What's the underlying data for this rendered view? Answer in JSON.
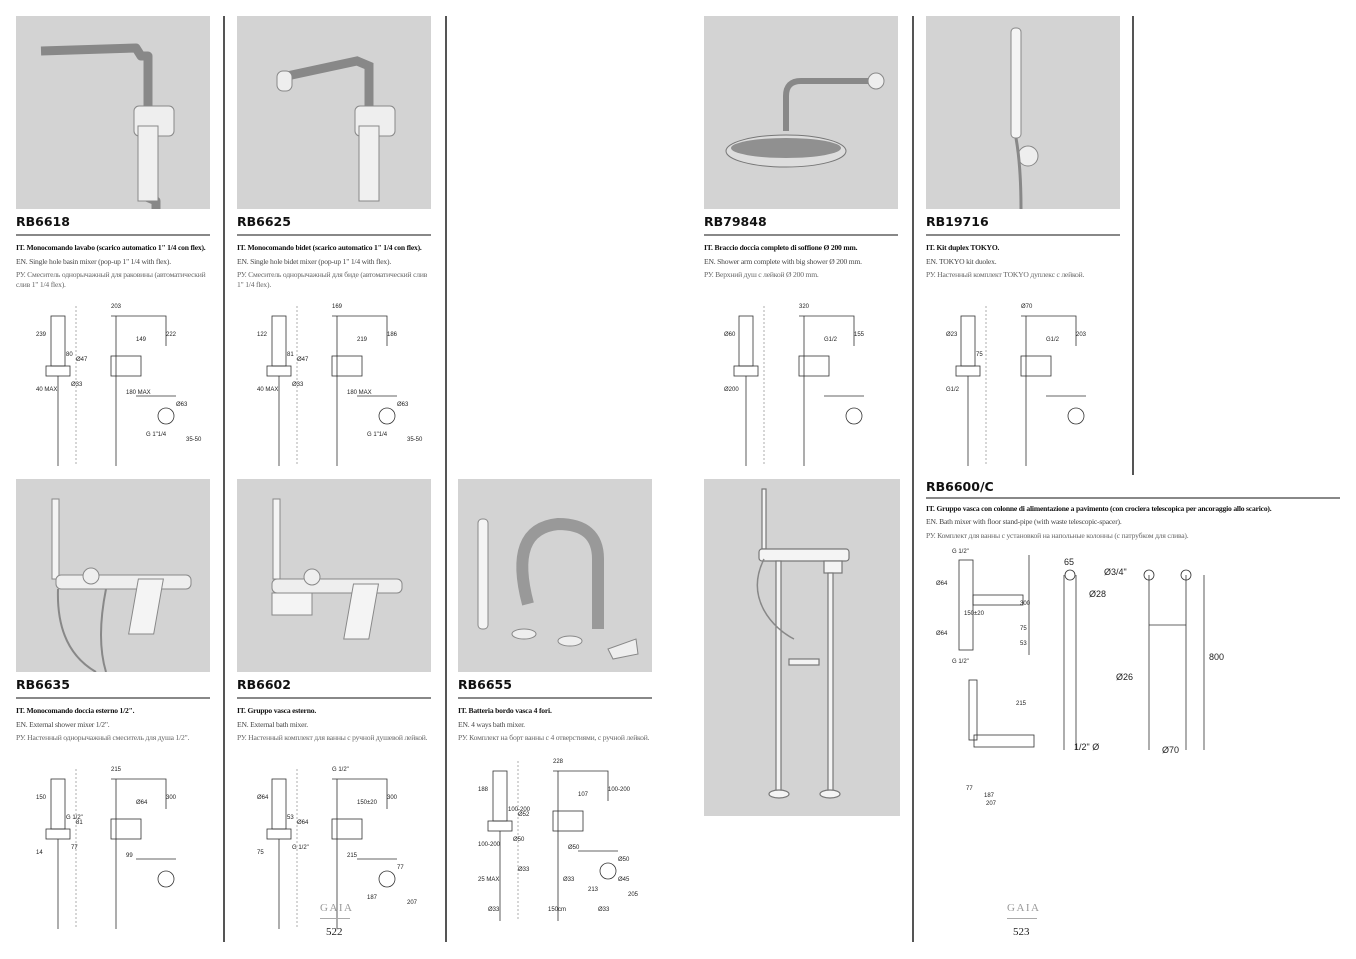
{
  "left_page": {
    "number": "522",
    "brand": "GAIA"
  },
  "right_page": {
    "number": "523",
    "brand": "GAIA"
  },
  "products": [
    {
      "code": "RB6618",
      "it": "IT. Monocomando lavabo (scarico automatico 1\" 1/4 con flex).",
      "en": "EN. Single hole basin mixer (pop-up 1\" 1/4 with flex).",
      "ru": "РУ. Смеситель однорычажный для раковины (автоматический слив 1\" 1/4 flex).",
      "dims": [
        "203",
        "239",
        "149",
        "222",
        "40 MAX",
        "80",
        "Ø47",
        "Ø33",
        "180 MAX",
        "Ø63",
        "G 1\"1/4",
        "35-50"
      ]
    },
    {
      "code": "RB6625",
      "it": "IT. Monocomando bidet (scarico automatico 1\" 1/4 con flex).",
      "en": "EN. Single hole bidet mixer (pop-up 1\" 1/4 with flex).",
      "ru": "РУ. Смеситель однорычажный для биде (автоматический слив 1\" 1/4 flex).",
      "dims": [
        "169",
        "122",
        "219",
        "186",
        "40 MAX",
        "81",
        "Ø47",
        "Ø33",
        "180 MAX",
        "Ø63",
        "G 1\"1/4",
        "35-50"
      ]
    },
    {
      "code": "RB79848",
      "it": "IT. Braccio doccia completo di soffione Ø 200 mm.",
      "en": "EN. Shower arm complete with big shower Ø 200 mm.",
      "ru": "РУ. Верхний душ с лейкой Ø 200 mm.",
      "dims": [
        "320",
        "Ø60",
        "G1/2",
        "155",
        "Ø200"
      ]
    },
    {
      "code": "RB19716",
      "it": "IT. Kit duplex TOKYO.",
      "en": "EN. TOKYO kit duolex.",
      "ru": "РУ. Настенный комплект TOKYO дуплекс с лейкой.",
      "dims": [
        "Ø70",
        "Ø23",
        "G1/2",
        "203",
        "G1/2",
        "75"
      ]
    },
    {
      "code": "RB6635",
      "it": "IT. Monocomando doccia esterno 1/2\".",
      "en": "EN. External shower mixer 1/2\".",
      "ru": "РУ. Настенный однорычажный смеситель для душа 1/2\".",
      "dims": [
        "215",
        "150",
        "Ø64",
        "300",
        "14",
        "G 1/2\"",
        "81",
        "77",
        "99"
      ]
    },
    {
      "code": "RB6602",
      "it": "IT. Gruppo vasca esterno.",
      "en": "EN. External bath mixer.",
      "ru": "РУ. Настенный комплект для ванны с ручной душевой лейкой.",
      "dims": [
        "G 1/2\"",
        "Ø64",
        "150±20",
        "300",
        "75",
        "53",
        "Ø64",
        "G 1/2\"",
        "215",
        "77",
        "187",
        "207"
      ]
    },
    {
      "code": "RB6655",
      "it": "IT. Batteria bordo vasca 4 fori.",
      "en": "EN. 4 ways bath mixer.",
      "ru": "РУ. Комплект на борт ванны с 4 отверстиями, с ручной лейкой.",
      "dims": [
        "228",
        "188",
        "107",
        "100-200",
        "100-200",
        "100-200",
        "Ø52",
        "Ø50",
        "Ø50",
        "Ø50",
        "213",
        "205",
        "25 MAX",
        "Ø33",
        "Ø33",
        "Ø45",
        "Ø33",
        "Ø33",
        "150cm"
      ]
    },
    {
      "code": "RB6600/C",
      "it": "IT. Gruppo vasca con colonne di alimentazione a pavimento (con crociera telescopica per ancoraggio allo scarico).",
      "en": "EN. Bath mixer with floor stand-pipe (with waste telescopic-spacer).",
      "ru": "РУ. Комплект для ванны с установкой на напольные колонны (с патрубком для слива).",
      "dims": [
        "G 1/2\"",
        "Ø64",
        "150±20",
        "300",
        "75",
        "53",
        "Ø64",
        "G 1/2\"",
        "65",
        "Ø3/4\"",
        "Ø28",
        "Ø26",
        "800",
        "1/2\" Ø",
        "Ø70",
        "215",
        "77",
        "187",
        "207"
      ]
    }
  ]
}
